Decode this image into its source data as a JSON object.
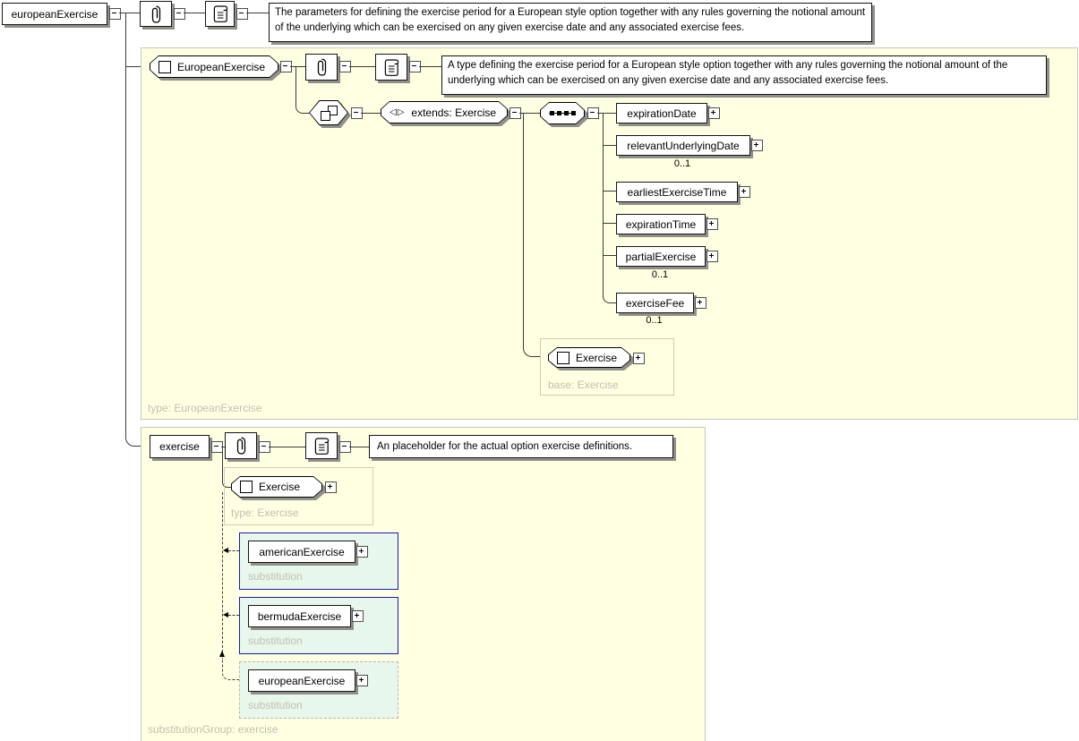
{
  "root_element": {
    "label": "europeanExercise",
    "doc": "The parameters for defining the exercise period for a European style option together with any rules governing the notional amount of the underlying which can be exercised on any given exercise date and any associated exercise fees."
  },
  "type_panel": {
    "name": "EuropeanExercise",
    "doc": "A type defining the exercise period for a European style option together with any rules governing the notional amount of the underlying which can be exercised on any given exercise date and any associated exercise fees.",
    "extends_label": "extends: Exercise",
    "children": [
      {
        "label": "expirationDate",
        "cardinality": ""
      },
      {
        "label": "relevantUnderlyingDate",
        "cardinality": "0..1"
      },
      {
        "label": "earliestExerciseTime",
        "cardinality": ""
      },
      {
        "label": "expirationTime",
        "cardinality": ""
      },
      {
        "label": "partialExercise",
        "cardinality": "0..1"
      },
      {
        "label": "exerciseFee",
        "cardinality": "0..1"
      }
    ],
    "base_box": {
      "label": "Exercise",
      "caption": "base: Exercise"
    },
    "footer": "type: EuropeanExercise"
  },
  "element_panel": {
    "name": "exercise",
    "doc": "An placeholder for the actual option exercise definitions.",
    "type_box": {
      "label": "Exercise",
      "caption": "type: Exercise"
    },
    "substitutions": [
      {
        "label": "americanExercise",
        "caption": "substitution"
      },
      {
        "label": "bermudaExercise",
        "caption": "substitution"
      },
      {
        "label": "europeanExercise",
        "caption": "substitution"
      }
    ],
    "footer": "substitutionGroup: exercise"
  },
  "icons": {
    "annotation": "paperclip-icon",
    "documentation": "scroll-icon",
    "collapse": "minus-box-icon",
    "expand": "plus-box-icon",
    "complex_type": "square-icon",
    "extension_glyph": "◁▷",
    "sequence": "dotted-sequence-icon",
    "complex_content": "overlapping-squares-icon",
    "substitution_arrow": "dashed-arrow-icon"
  },
  "colors": {
    "panel_background": "#ffffe1",
    "panel_border": "#c9c9b5",
    "substitution_background": "#e7f7eb",
    "substitution_border": "#1a1ab8",
    "dashed_border": "#b8b8ac",
    "muted_text": "#c0c0b2",
    "box_shadow": "#90908a",
    "line": "#3a3a3a"
  }
}
